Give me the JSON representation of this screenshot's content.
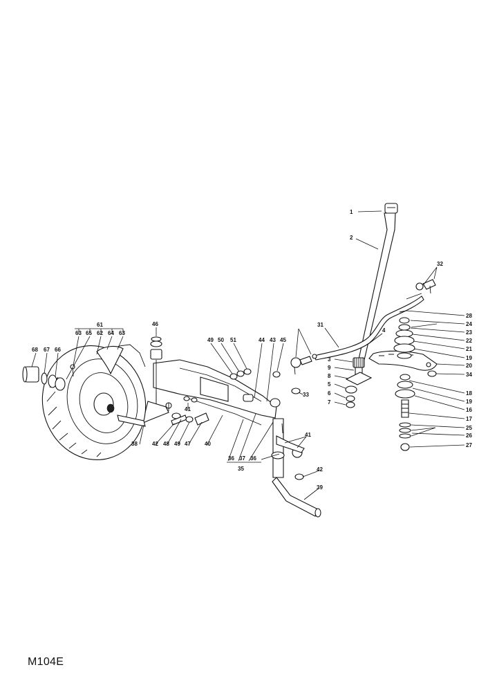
{
  "diagram_code": "M104E",
  "labels": [
    "1",
    "2",
    "32",
    "28",
    "24",
    "23",
    "22",
    "21",
    "19",
    "20",
    "34",
    "18",
    "19",
    "16",
    "17",
    "25",
    "26",
    "27",
    "31",
    "4",
    "3",
    "9",
    "8",
    "5",
    "6",
    "7",
    "33",
    "46",
    "49",
    "50",
    "51",
    "44",
    "43",
    "45",
    "41",
    "42",
    "48",
    "49",
    "47",
    "40",
    "38",
    "36",
    "37",
    "36",
    "35",
    "41",
    "42",
    "39",
    "61",
    "68",
    "67",
    "66",
    "63",
    "65",
    "62",
    "64",
    "63"
  ]
}
